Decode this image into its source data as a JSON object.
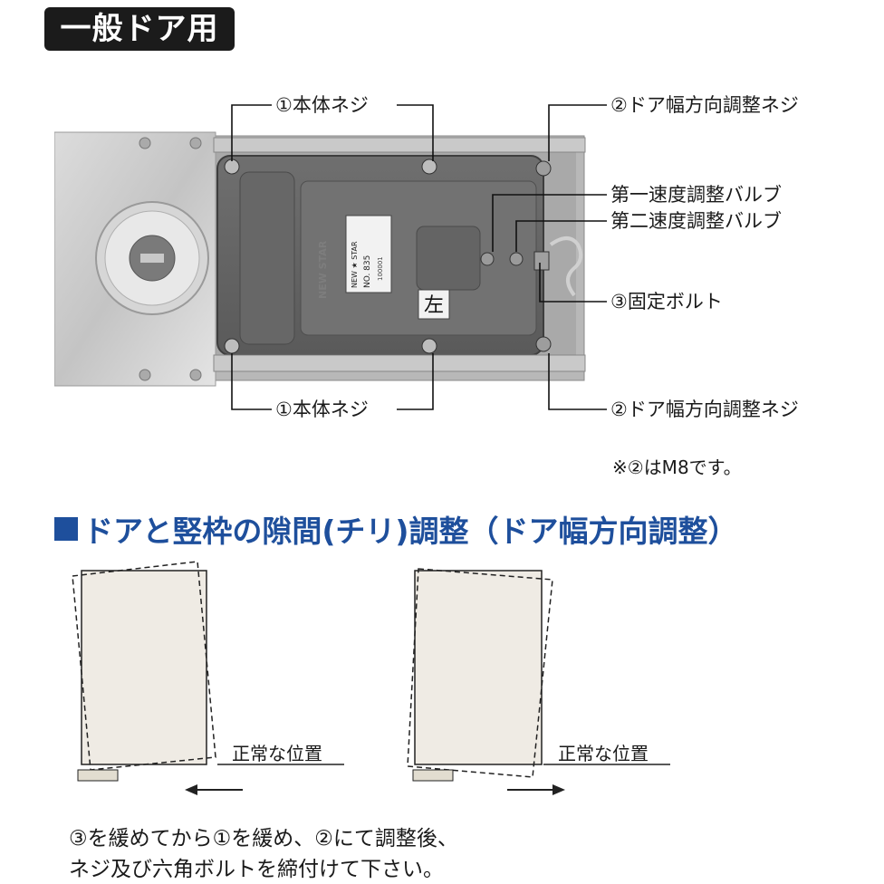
{
  "title": "一般ドア用",
  "callouts": {
    "body_screw_top": "①本体ネジ",
    "body_screw_bottom": "①本体ネジ",
    "width_screw_top": "②ドア幅方向調整ネジ",
    "width_screw_bottom": "②ドア幅方向調整ネジ",
    "valve1": "第一速度調整バルブ",
    "valve2": "第二速度調整バルブ",
    "fix_bolt": "③固定ボルト"
  },
  "photo_text": {
    "left_mark": "左",
    "plate_brand": "NEW ★ STAR",
    "plate_no": "NO. 835",
    "plate_code": "100001",
    "cast_brand": "NEW STAR"
  },
  "note": "※②はM8です。",
  "section_heading": "ドアと竪枠の隙間(チリ)調整（ドア幅方向調整）",
  "diagram": {
    "left_position_label": "正常な位置",
    "right_position_label": "正常な位置"
  },
  "instructions": {
    "line1": "③を緩めてから①を緩め、②にて調整後、",
    "line2": "ネジ及び六角ボルトを締付けて下さい。"
  }
}
